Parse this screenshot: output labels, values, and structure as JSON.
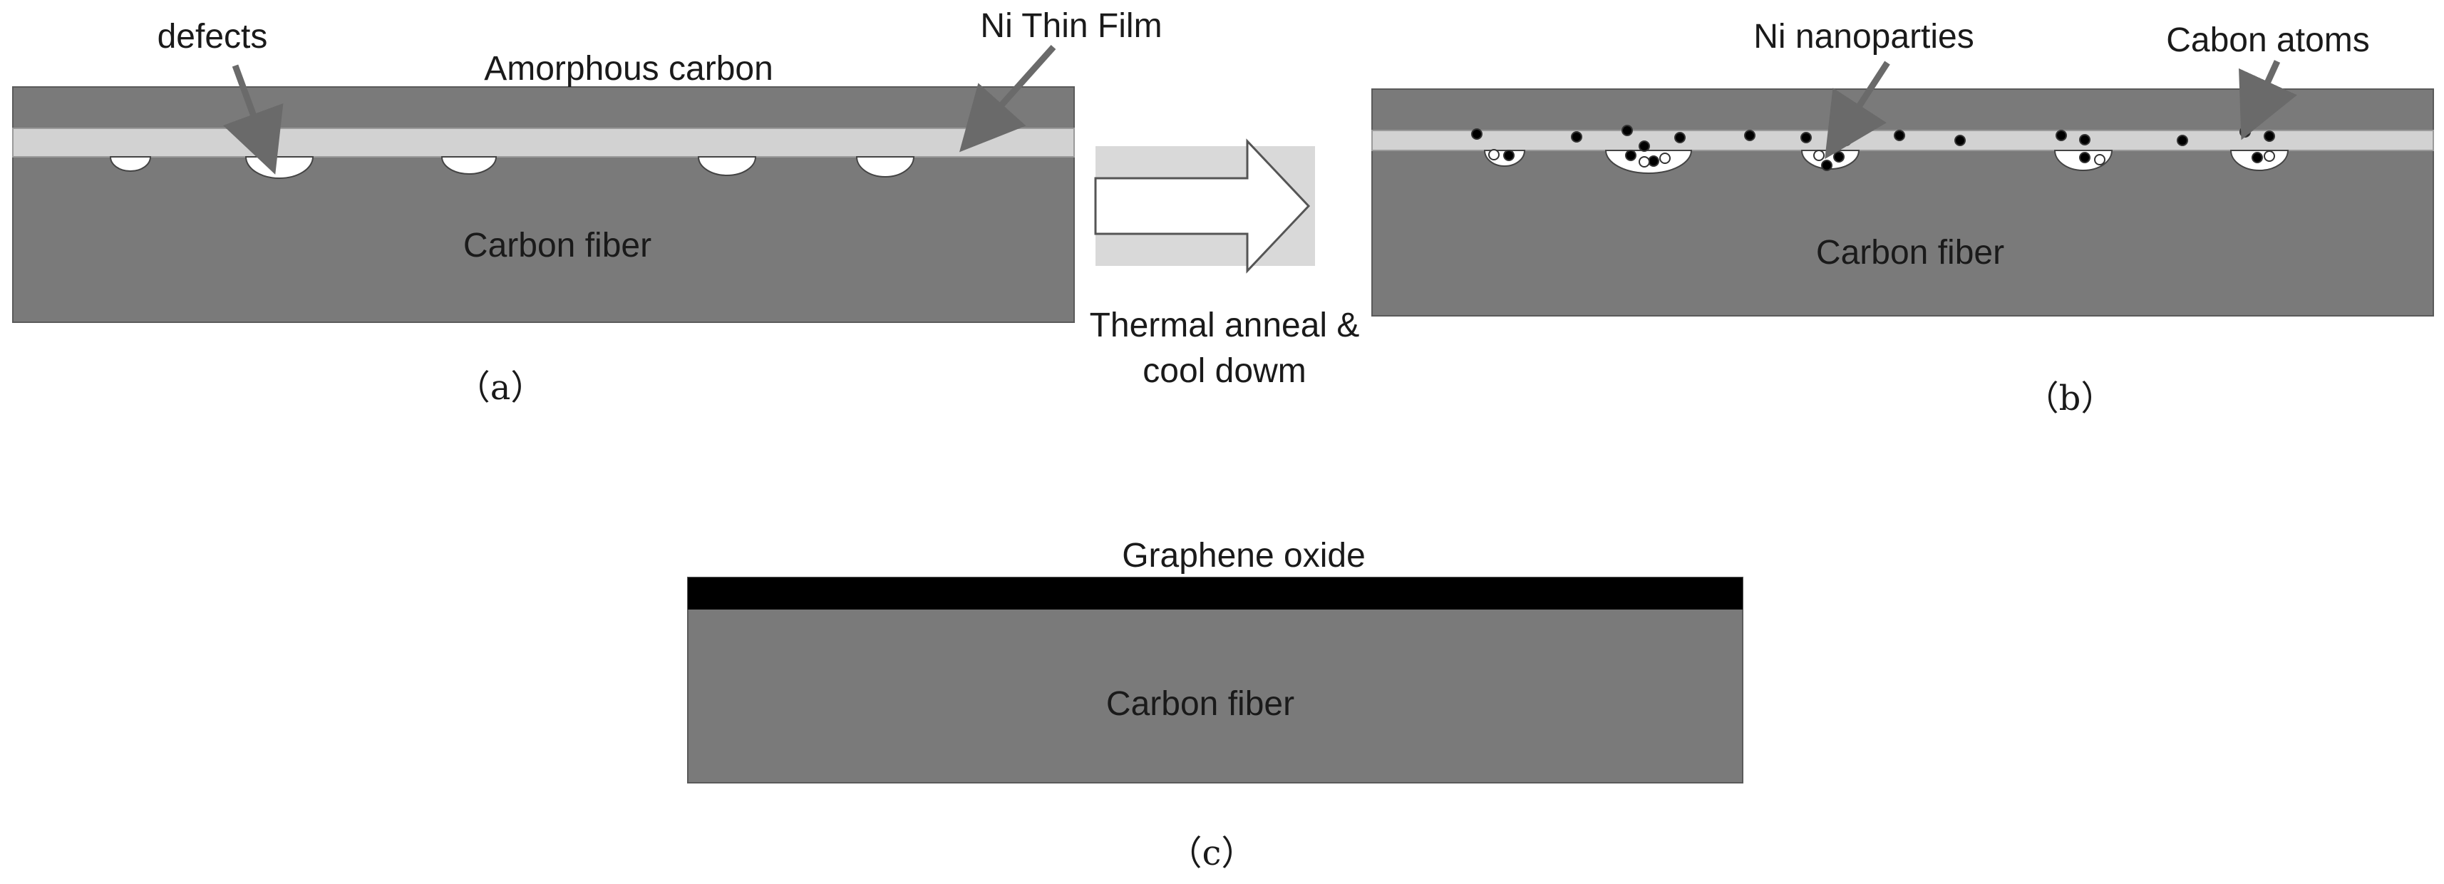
{
  "panel_a": {
    "defects_label": "defects",
    "amorphous_label": "Amorphous carbon",
    "ni_film_label": "Ni Thin  Film",
    "fiber_label": "Carbon fiber",
    "caption": "（a）"
  },
  "process": {
    "line1": "Thermal anneal &",
    "line2": "cool dowm"
  },
  "panel_b": {
    "nano_label": "Ni nanoparties",
    "atoms_label": "Cabon atoms",
    "fiber_label": "Carbon fiber",
    "caption": "（b）"
  },
  "panel_c": {
    "go_label": "Graphene oxide",
    "fiber_label": "Carbon fiber",
    "caption": "（c）"
  },
  "colors": {
    "fiber": "#7a7a7a",
    "film": "#d2d2d2",
    "graphene": "#000000",
    "arrow_box": "#d9d9d9",
    "pointer": "#6a6a6a"
  }
}
